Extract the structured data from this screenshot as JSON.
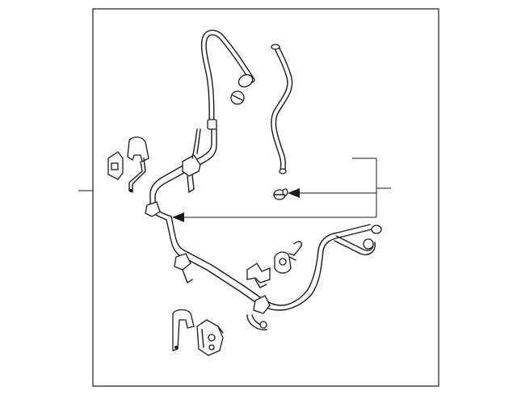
{
  "diagram": {
    "line_color": "#1a1a1a",
    "background": "#ffffff",
    "parts": [
      "upper-hose",
      "return-hose",
      "pressure-line",
      "clamp",
      "bracket",
      "cooler-line"
    ]
  }
}
